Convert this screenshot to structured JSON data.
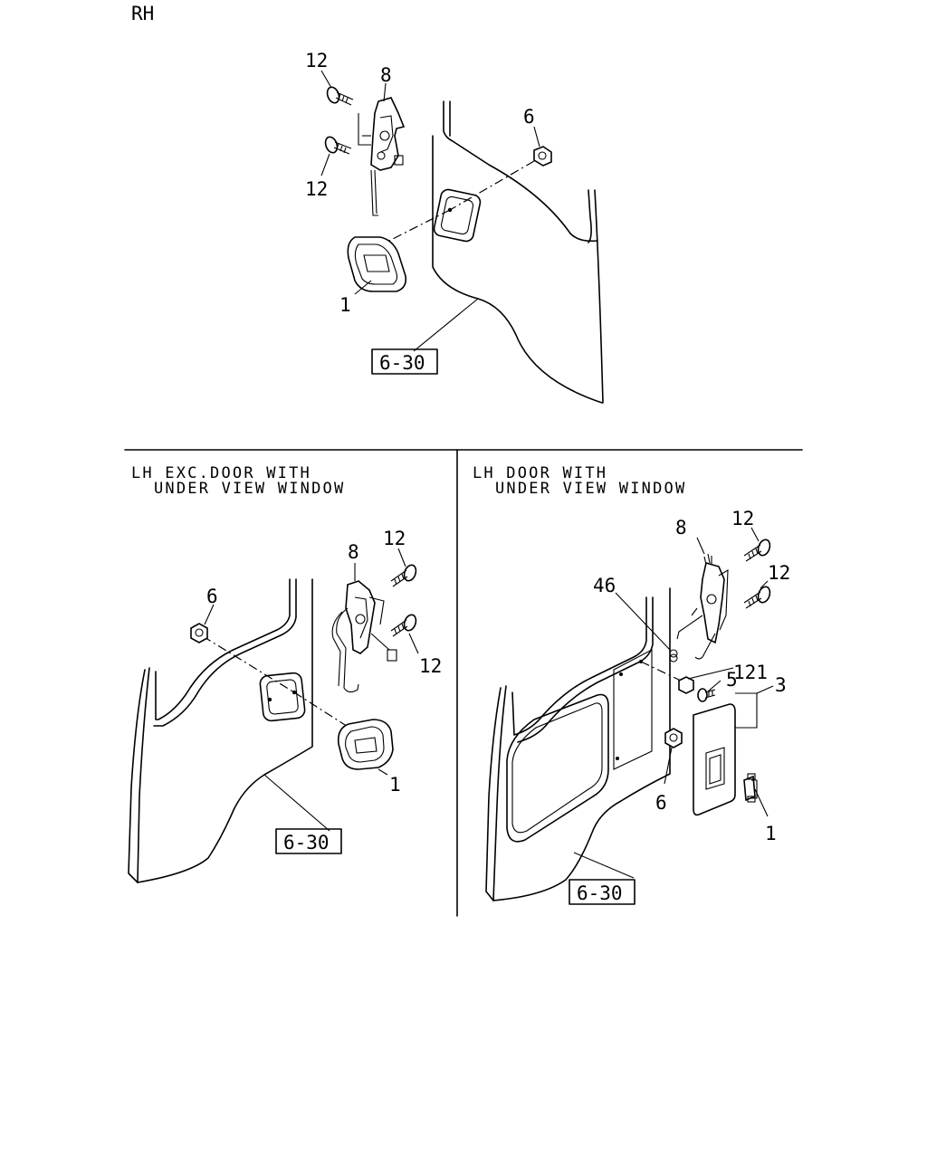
{
  "page": {
    "side_label": "RH"
  },
  "sections": [
    {
      "id": "rh",
      "ref_box": "6-30",
      "labels": [
        "12",
        "8",
        "12",
        "6",
        "1"
      ]
    },
    {
      "id": "lh_exc",
      "title_lines": [
        "LH EXC.DOOR WITH",
        "UNDER VIEW WINDOW"
      ],
      "ref_box": "6-30",
      "labels": [
        "6",
        "8",
        "12",
        "12",
        "1"
      ]
    },
    {
      "id": "lh_with",
      "title_lines": [
        "LH DOOR WITH",
        "UNDER VIEW WINDOW"
      ],
      "ref_box": "6-30",
      "labels": [
        "8",
        "12",
        "12",
        "46",
        "121",
        "5",
        "3",
        "6",
        "1"
      ]
    }
  ]
}
